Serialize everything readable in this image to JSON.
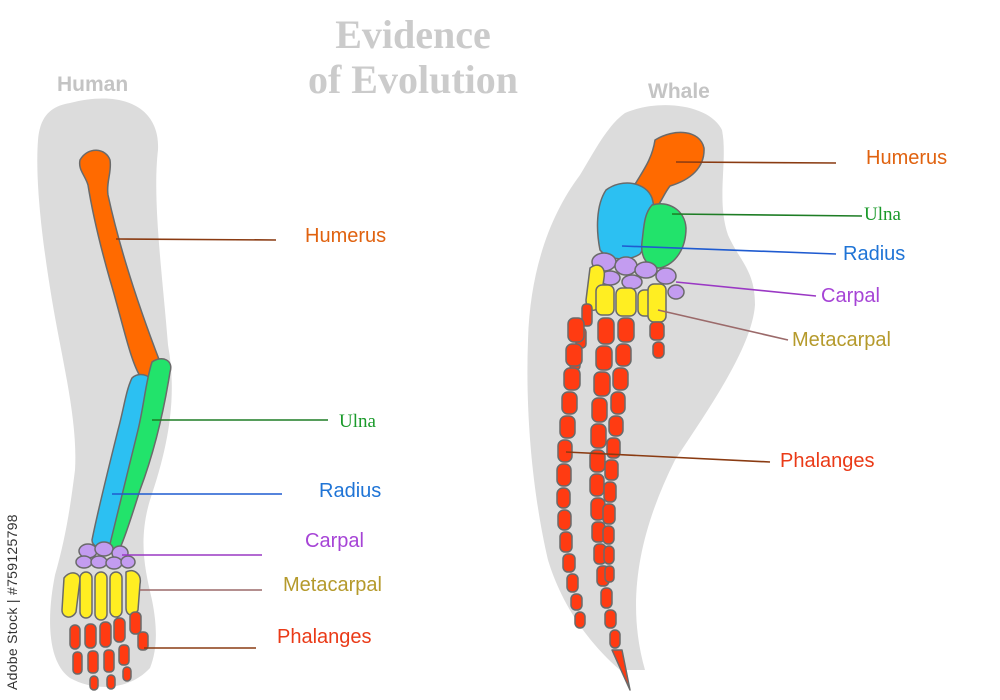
{
  "title": {
    "line1": "Evidence",
    "line2": "of Evolution"
  },
  "human": {
    "heading": "Human",
    "labels": {
      "humerus": "Humerus",
      "ulna": "Ulna",
      "radius": "Radius",
      "carpal": "Carpal",
      "metacarpal": "Metacarpal",
      "phalanges": "Phalanges"
    }
  },
  "whale": {
    "heading": "Whale",
    "labels": {
      "humerus": "Humerus",
      "ulna": "Ulna",
      "radius": "Radius",
      "carpal": "Carpal",
      "metacarpal": "Metacarpal",
      "phalanges": "Phalanges"
    }
  },
  "watermark": "Adobe Stock | #759125798",
  "colors": {
    "humerus": "#ff6a00",
    "ulna": "#22e36b",
    "radius": "#2cc0f2",
    "carpal": "#c39cf0",
    "metacarpal": "#ffee22",
    "phalanges": "#ff3b12",
    "silhouette": "#dcdcdc",
    "label_humerus": "#e0620f",
    "label_ulna": "#1a9a2a",
    "label_radius": "#1f74d6",
    "label_carpal": "#a644d6",
    "label_metacarpal": "#b59a2c",
    "label_phalanges": "#ea3a17"
  }
}
